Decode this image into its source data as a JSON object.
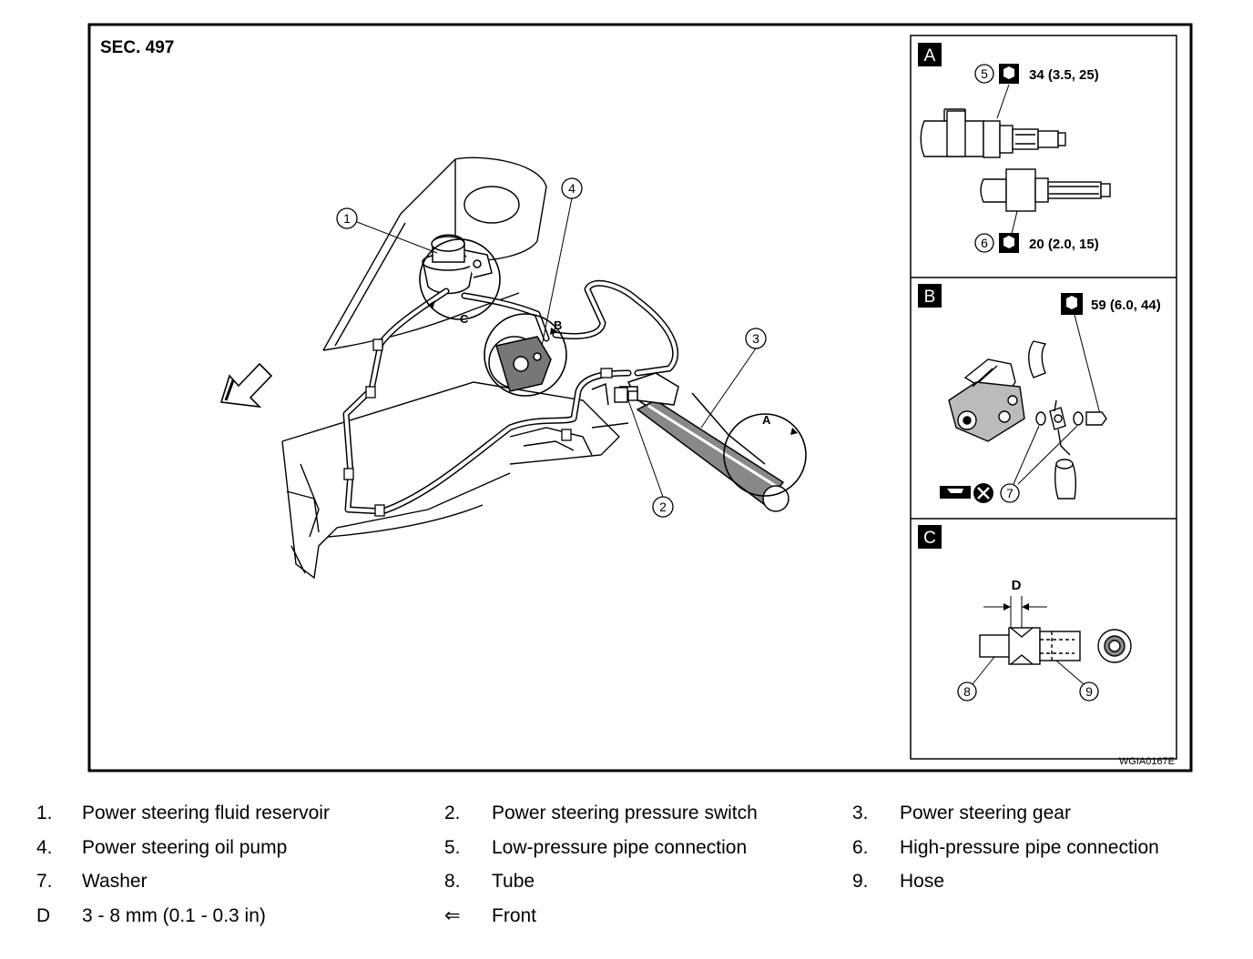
{
  "diagram": {
    "section_label": "SEC. 497",
    "figure_code": "WGIA0167E",
    "callouts": {
      "c1": "1",
      "c2": "2",
      "c3": "3",
      "c4": "4",
      "c5": "5",
      "c6": "6",
      "c7": "7",
      "c8": "8",
      "c9": "9"
    },
    "detail_letters": {
      "A": "A",
      "B": "B",
      "C": "C",
      "D": "D"
    },
    "torque": {
      "t5": "34 (3.5, 25)",
      "t6": "20 (2.0, 15)",
      "tB": "59 (6.0, 44)"
    }
  },
  "legend": {
    "rows": [
      [
        {
          "num": "1.",
          "text": "Power steering fluid reservoir"
        },
        {
          "num": "2.",
          "text": "Power steering pressure switch"
        },
        {
          "num": "3.",
          "text": "Power steering gear"
        }
      ],
      [
        {
          "num": "4.",
          "text": "Power steering oil pump"
        },
        {
          "num": "5.",
          "text": "Low-pressure pipe connection"
        },
        {
          "num": "6.",
          "text": "High-pressure pipe connection"
        }
      ],
      [
        {
          "num": "7.",
          "text": "Washer"
        },
        {
          "num": "8.",
          "text": "Tube"
        },
        {
          "num": "9.",
          "text": "Hose"
        }
      ],
      [
        {
          "num": "D",
          "text": "3 - 8 mm (0.1 - 0.3 in)"
        },
        {
          "num": "⇐",
          "text": "Front"
        }
      ]
    ]
  },
  "icons": {
    "bolt_torque": "bolt-torque-icon",
    "front_arrow": "front-arrow-icon",
    "do_not_reuse": "do-not-reuse-icon",
    "washer_tool": "washer-tool-icon"
  }
}
